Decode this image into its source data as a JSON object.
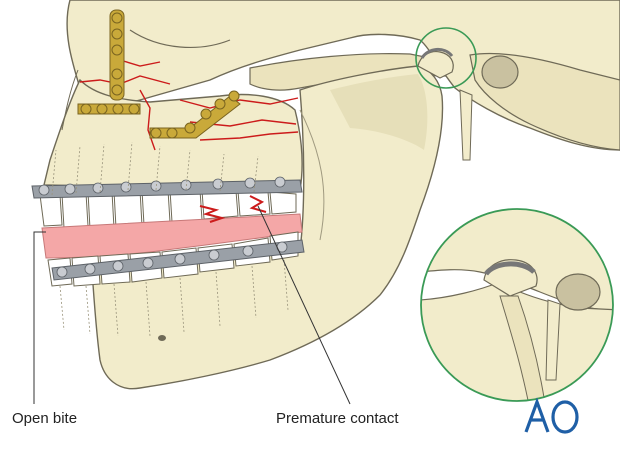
{
  "labels": {
    "open_bite": "Open bite",
    "premature_contact": "Premature contact"
  },
  "logo": {
    "text": "AO",
    "color": "#1f5fa6"
  },
  "colors": {
    "bone": "#f2eccb",
    "bone_shade": "#ddd6b0",
    "outline": "#6f6a57",
    "plate": "#c9a93a",
    "fracture": "#cc1b1b",
    "gum": "#f4a7a7",
    "wire": "#8a8f96",
    "detail_circle": "#3a9a56",
    "leader": "#333333"
  }
}
